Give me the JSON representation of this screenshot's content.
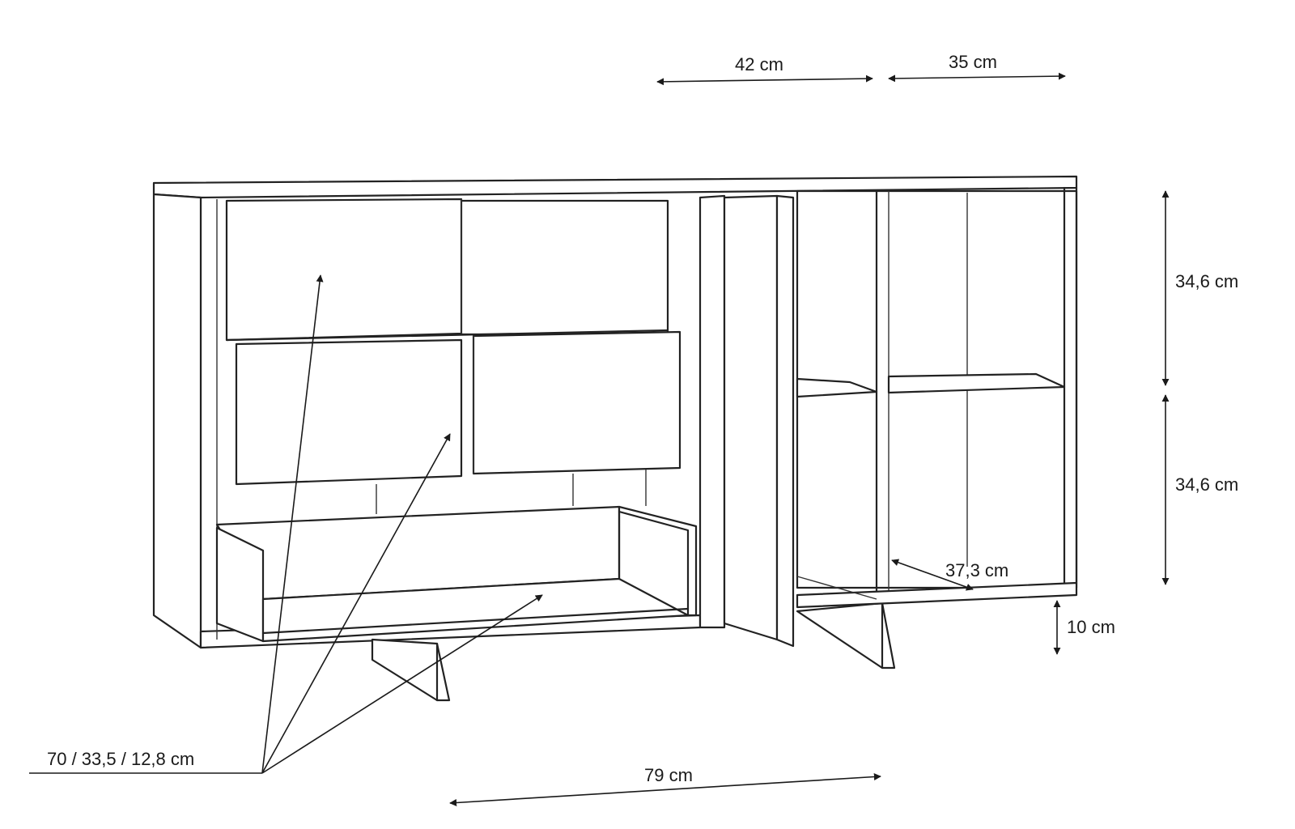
{
  "dimensions": {
    "top_depth_left": "42 cm",
    "top_depth_right": "35 cm",
    "upper_shelf_height": "34,6 cm",
    "lower_shelf_height": "34,6 cm",
    "inner_depth": "37,3 cm",
    "leg_height": "10 cm",
    "width_front": "79 cm",
    "drawer_sizes": "70 / 33,5 / 12,8 cm"
  },
  "colors": {
    "line": "#222222",
    "background": "#ffffff"
  }
}
